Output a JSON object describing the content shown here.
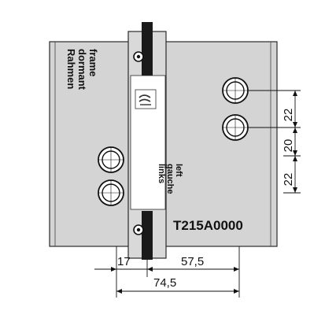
{
  "frame_label": {
    "line1": "Rahmen",
    "line2": "dormant",
    "line3": "frame"
  },
  "side_label": {
    "line1": "links",
    "line2": "gauche",
    "line3": "left"
  },
  "product_code": "T215A0000",
  "dimensions": {
    "left_offset": "17",
    "right_width": "57,5",
    "total_width": "74,5",
    "hole_spacing_top": "22",
    "hole_spacing_middle": "20",
    "hole_spacing_bottom": "22"
  },
  "colors": {
    "plate": "#d4d4d4",
    "outline": "#2a2a2a",
    "pin": "#1a1a1a"
  },
  "icons": {
    "logo": "manufacturer-logo-icon"
  }
}
